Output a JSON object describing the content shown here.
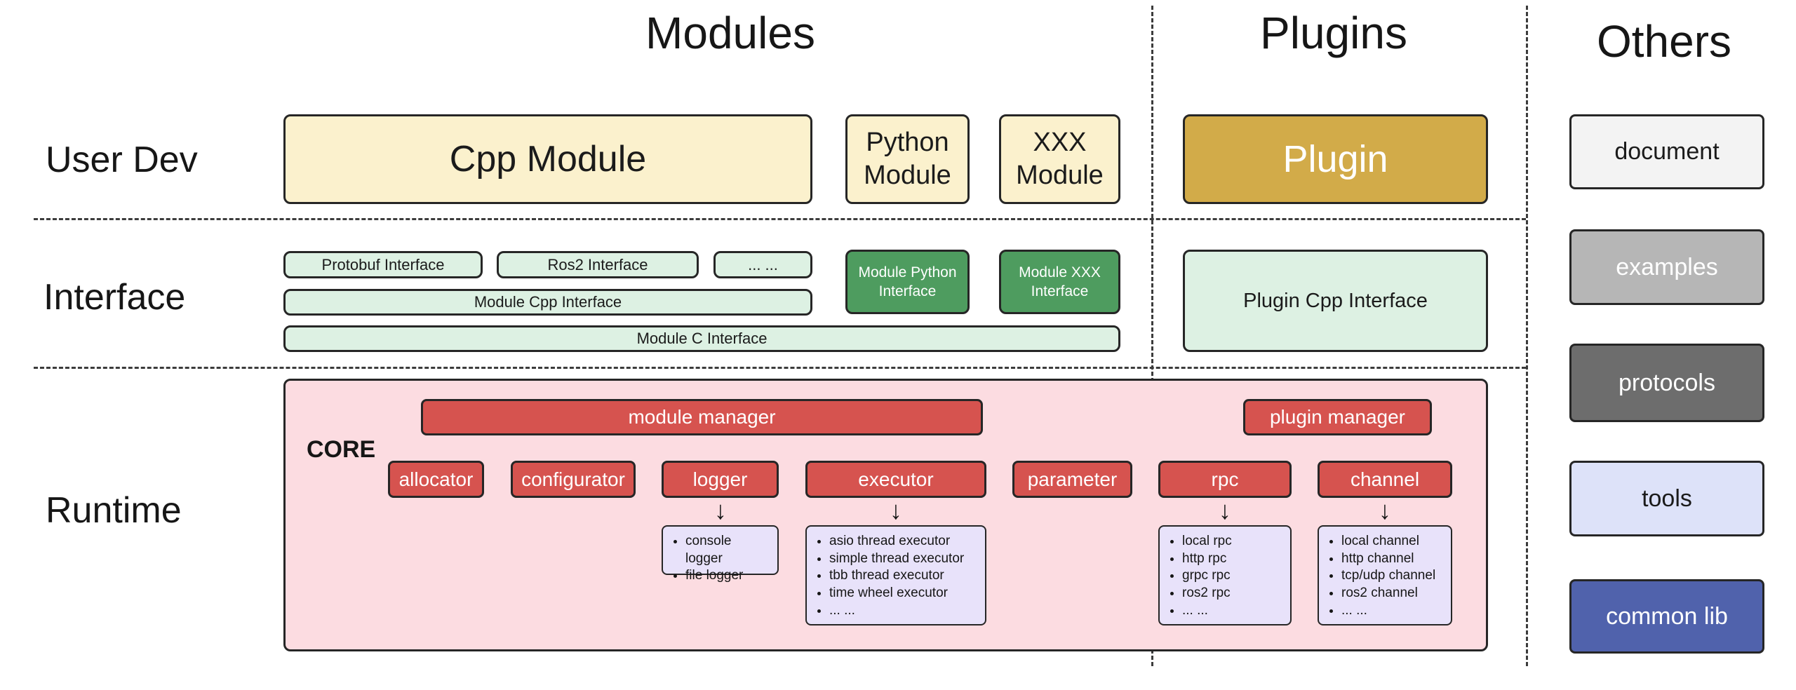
{
  "headers": {
    "modules": "Modules",
    "plugins": "Plugins",
    "others": "Others"
  },
  "row_labels": {
    "user_dev": "User Dev",
    "interface": "Interface",
    "runtime": "Runtime"
  },
  "user_dev_row": {
    "cpp_module": "Cpp Module",
    "python_module": "Python Module",
    "xxx_module": "XXX Module",
    "plugin": "Plugin"
  },
  "interface_row": {
    "protobuf_interface": "Protobuf Interface",
    "ros2_interface": "Ros2 Interface",
    "ellipsis": "... ...",
    "module_cpp_interface": "Module Cpp Interface",
    "module_c_interface": "Module C Interface",
    "module_python_interface": "Module Python Interface",
    "module_xxx_interface": "Module XXX Interface",
    "plugin_cpp_interface": "Plugin Cpp Interface"
  },
  "runtime_row": {
    "core_label": "CORE",
    "module_manager": "module manager",
    "plugin_manager": "plugin manager",
    "components": [
      "allocator",
      "configurator",
      "logger",
      "executor",
      "parameter",
      "rpc",
      "channel"
    ],
    "logger_impls": [
      "console logger",
      "file logger"
    ],
    "executor_impls": [
      "asio thread executor",
      "simple thread executor",
      "tbb thread executor",
      "time wheel executor",
      "... ..."
    ],
    "rpc_impls": [
      "local rpc",
      "http rpc",
      "grpc rpc",
      "ros2 rpc",
      "... ..."
    ],
    "channel_impls": [
      "local channel",
      "http channel",
      "tcp/udp channel",
      "ros2 channel",
      "... ..."
    ]
  },
  "others_column": {
    "document": "document",
    "examples": "examples",
    "protocols": "protocols",
    "tools": "tools",
    "common_lib": "common lib"
  },
  "icons": {
    "down_arrow": "↓"
  },
  "colors": {
    "cream": "#fbf1cd",
    "gold": "#d2ab49",
    "light_green": "#ddf1e3",
    "dark_green": "#4e9c5f",
    "pink": "#fcdce1",
    "red": "#d6534f",
    "lavender": "#e8e2fa",
    "document_bg": "#f3f3f3",
    "examples_bg": "#b6b6b6",
    "protocols_bg": "#6d6d6d",
    "tools_bg": "#dde2f9",
    "common_lib_bg": "#5062ac",
    "border": "#262626"
  }
}
